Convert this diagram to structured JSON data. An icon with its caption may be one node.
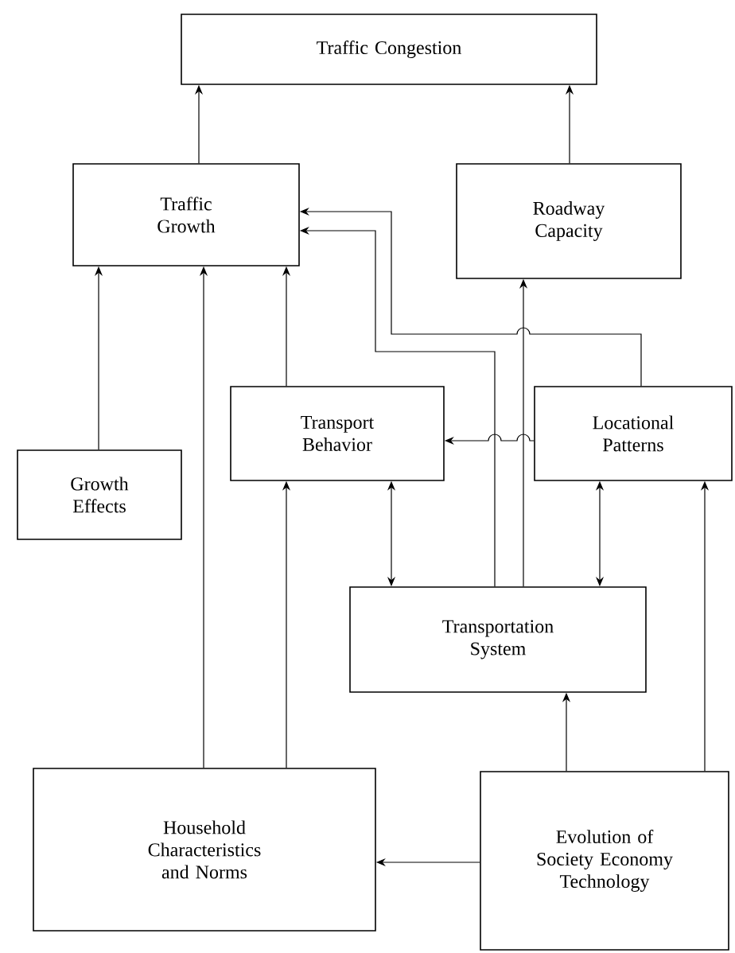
{
  "diagram": {
    "nodes": [
      {
        "text": [
          "Traffic Congestion"
        ]
      },
      {
        "text": [
          "Traffic Growth"
        ]
      },
      {
        "text": [
          "Roadway Capacity"
        ]
      },
      {
        "text": [
          "Growth Effects"
        ]
      },
      {
        "text": [
          "Transport Behavior"
        ]
      },
      {
        "text": [
          "Locational Patterns"
        ]
      },
      {
        "text": [
          "Transportation System"
        ]
      },
      {
        "text": [
          "Household Characteristics and Norms"
        ]
      },
      {
        "text": [
          "Evolution of Society Economy Technology"
        ]
      }
    ],
    "edges": [
      {
        "from": 1,
        "to": 0,
        "arrow": "to"
      },
      {
        "from": 2,
        "to": 0,
        "arrow": "to"
      },
      {
        "from": 3,
        "to": 1,
        "arrow": "to"
      },
      {
        "from": 7,
        "to": 1,
        "arrow": "to"
      },
      {
        "from": 4,
        "to": 1,
        "arrow": "to"
      },
      {
        "from": 7,
        "to": 4,
        "arrow": "to"
      },
      {
        "from": 4,
        "to": 6,
        "arrow": "both"
      },
      {
        "from": 5,
        "to": 6,
        "arrow": "both"
      },
      {
        "from": 8,
        "to": 6,
        "arrow": "to"
      },
      {
        "from": 8,
        "to": 5,
        "arrow": "to"
      },
      {
        "from": 8,
        "to": 7,
        "arrow": "to"
      },
      {
        "from": 6,
        "to": 2,
        "arrow": "to"
      },
      {
        "from": 6,
        "to": 1,
        "arrow": "to"
      },
      {
        "from": 5,
        "to": 1,
        "arrow": "to"
      },
      {
        "from": 5,
        "to": 4,
        "arrow": "to"
      }
    ]
  }
}
